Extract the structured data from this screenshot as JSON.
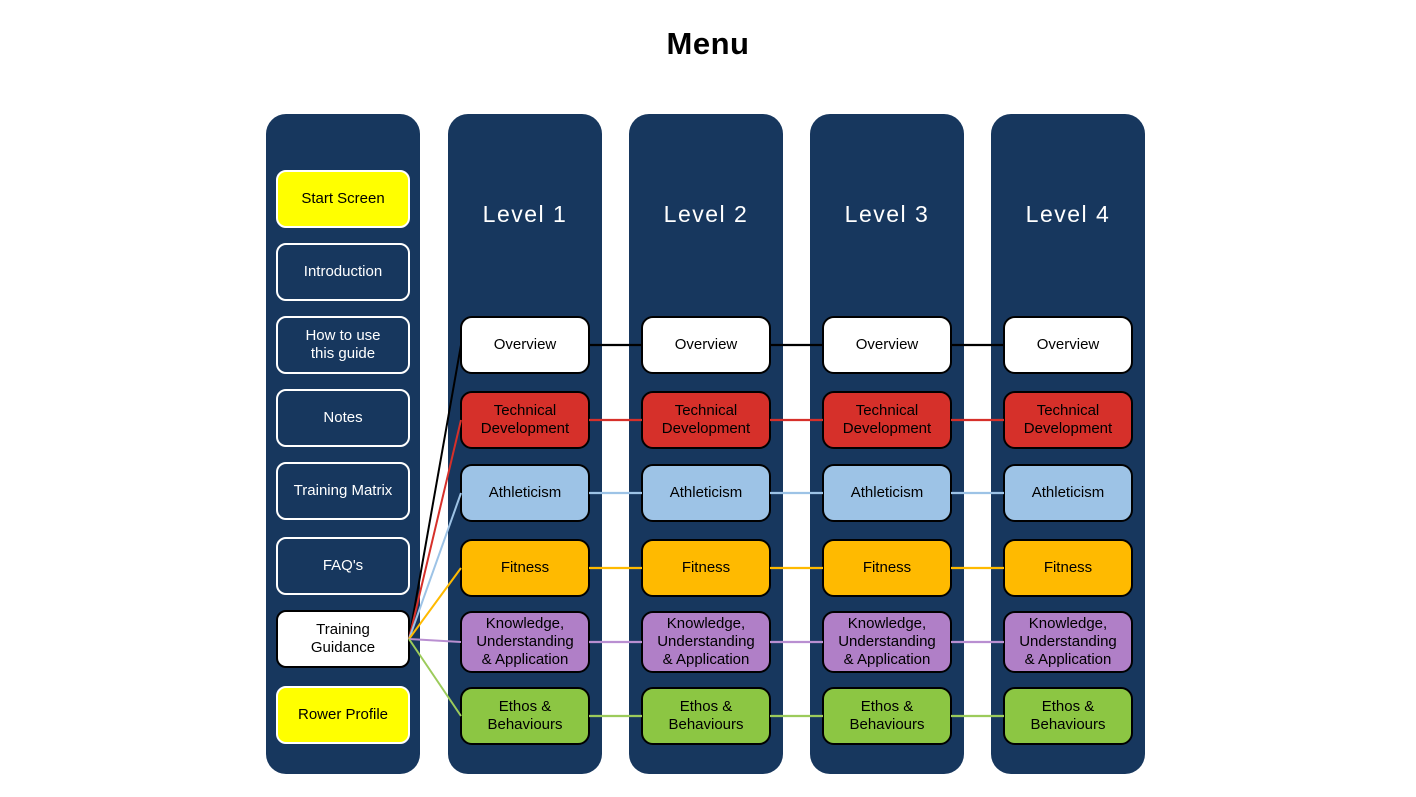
{
  "title": "Menu",
  "palette": {
    "navy": "#17375E",
    "yellow": "#FFFF00",
    "white": "#FFFFFF",
    "black": "#000000",
    "red": "#D6302A",
    "light_blue": "#9DC3E6",
    "orange": "#FFBA00",
    "purple": "#B07FC7",
    "green": "#8CC643"
  },
  "sidebar": {
    "items": [
      {
        "id": "start-screen",
        "label": "Start Screen",
        "variant": "yellow"
      },
      {
        "id": "introduction",
        "label": "Introduction",
        "variant": "navy"
      },
      {
        "id": "how-to-use",
        "label": "How to use this guide",
        "variant": "navy"
      },
      {
        "id": "notes",
        "label": "Notes",
        "variant": "navy"
      },
      {
        "id": "training-matrix",
        "label": "Training Matrix",
        "variant": "navy"
      },
      {
        "id": "faqs",
        "label": "FAQ's",
        "variant": "navy"
      },
      {
        "id": "training-guidance",
        "label": "Training Guidance",
        "variant": "white"
      },
      {
        "id": "rower-profile",
        "label": "Rower Profile",
        "variant": "yellow"
      }
    ]
  },
  "levels": {
    "headers": [
      "Level 1",
      "Level 2",
      "Level 3",
      "Level 4"
    ],
    "rows": [
      {
        "id": "overview",
        "label": "Overview",
        "fill": "#FFFFFF",
        "line": "#000000"
      },
      {
        "id": "technical-development",
        "label": "Technical Development",
        "fill": "#D6302A",
        "line": "#D6302A"
      },
      {
        "id": "athleticism",
        "label": "Athleticism",
        "fill": "#9DC3E6",
        "line": "#9DC3E6"
      },
      {
        "id": "fitness",
        "label": "Fitness",
        "fill": "#FFBA00",
        "line": "#FFBA00"
      },
      {
        "id": "knowledge",
        "label": "Knowledge, Understanding & Application",
        "fill": "#B07FC7",
        "line": "#B98FD1"
      },
      {
        "id": "ethos",
        "label": "Ethos & Behaviours",
        "fill": "#8CC643",
        "line": "#9CCB5B"
      }
    ]
  }
}
